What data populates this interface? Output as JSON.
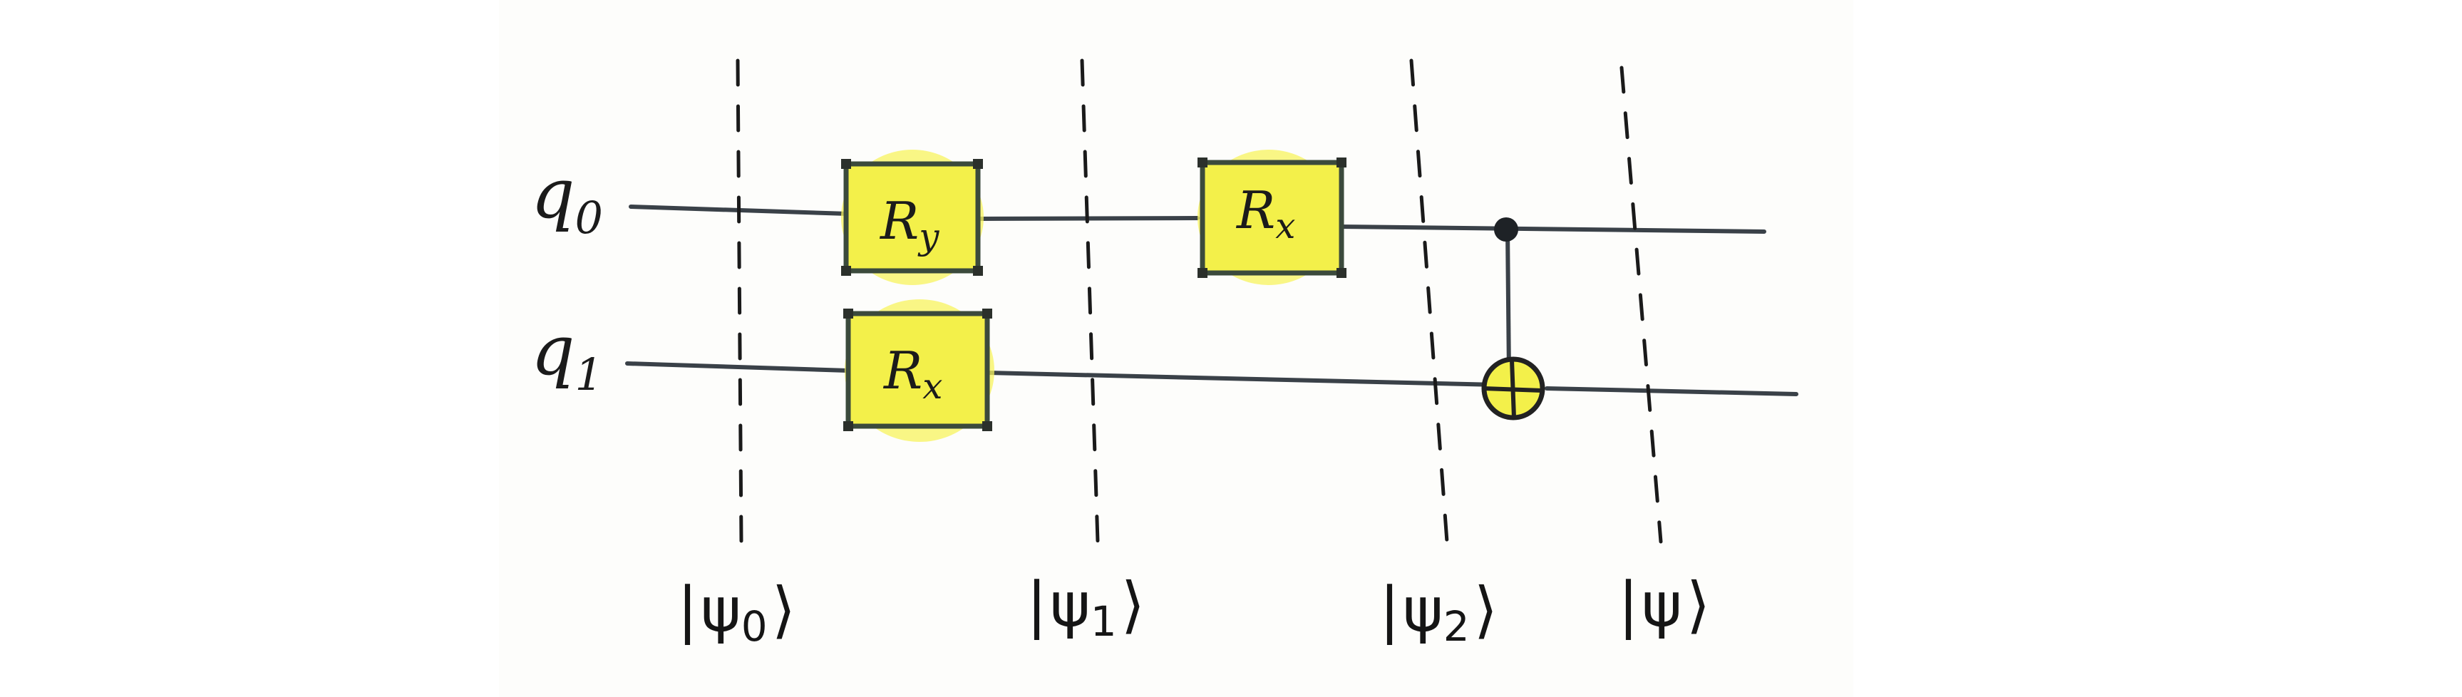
{
  "diagram": {
    "qubits": [
      {
        "label": "q",
        "subscript": "0"
      },
      {
        "label": "q",
        "subscript": "1"
      }
    ],
    "gates": [
      {
        "id": "ry-q0",
        "base": "R",
        "sub": "y",
        "qubit": "q0"
      },
      {
        "id": "rx-q1",
        "base": "R",
        "sub": "x",
        "qubit": "q1"
      },
      {
        "id": "rx-q0",
        "base": "R",
        "sub": "x",
        "qubit": "q0"
      }
    ],
    "cnot": {
      "control": "q0",
      "target": "q1"
    },
    "states": [
      {
        "id": "psi0",
        "open": "|",
        "psi": "ψ",
        "sub": "0",
        "close": "⟩"
      },
      {
        "id": "psi1",
        "open": "|",
        "psi": "ψ",
        "sub": "1",
        "close": "⟩"
      },
      {
        "id": "psi2",
        "open": "|",
        "psi": "ψ",
        "sub": "2",
        "close": "⟩"
      },
      {
        "id": "psi",
        "open": "|",
        "psi": "ψ",
        "sub": "",
        "close": "⟩"
      }
    ],
    "colors": {
      "gate_fill": "#f3f04a",
      "wire": "#3a4148",
      "ink": "#1a1a1a"
    }
  }
}
